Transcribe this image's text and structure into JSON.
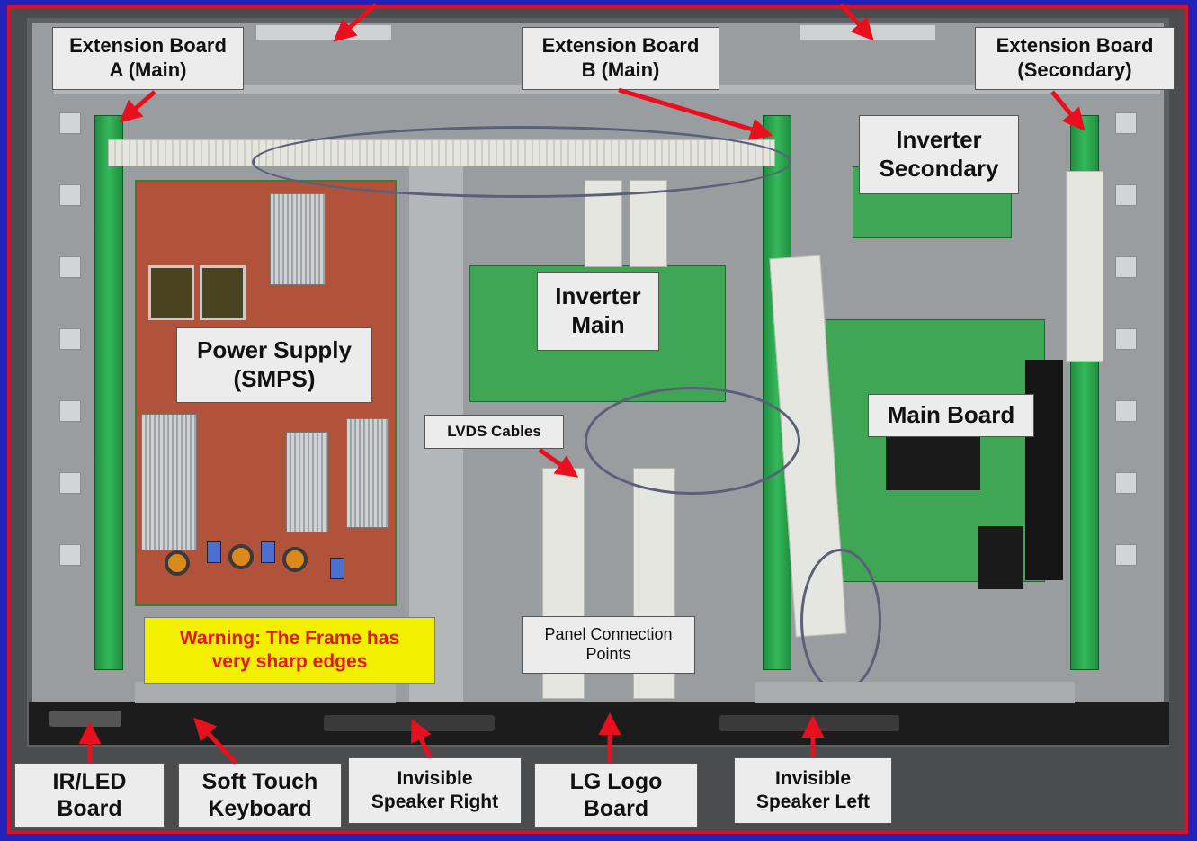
{
  "labels": {
    "ext_a": "Extension Board\nA (Main)",
    "ext_b": "Extension Board\nB (Main)",
    "ext_sec": "Extension Board\n(Secondary)",
    "inv_sec": "Inverter\nSecondary",
    "inv_main": "Inverter\nMain",
    "power": "Power Supply\n(SMPS)",
    "main_board": "Main Board",
    "lvds": "LVDS Cables",
    "panel_conn": "Panel Connection\nPoints",
    "warning": "Warning: The Frame has\nvery sharp edges",
    "ir_led": "IR/LED\nBoard",
    "soft_touch": "Soft Touch\nKeyboard",
    "spk_right": "Invisible\nSpeaker Right",
    "lg_logo": "LG Logo\nBoard",
    "spk_left": "Invisible\nSpeaker Left"
  },
  "colors": {
    "border_blue": "#2222b8",
    "border_red": "#d8122a",
    "arrow_red": "#e8101e",
    "warning_bg": "#f2f000",
    "warning_text": "#e01818"
  }
}
